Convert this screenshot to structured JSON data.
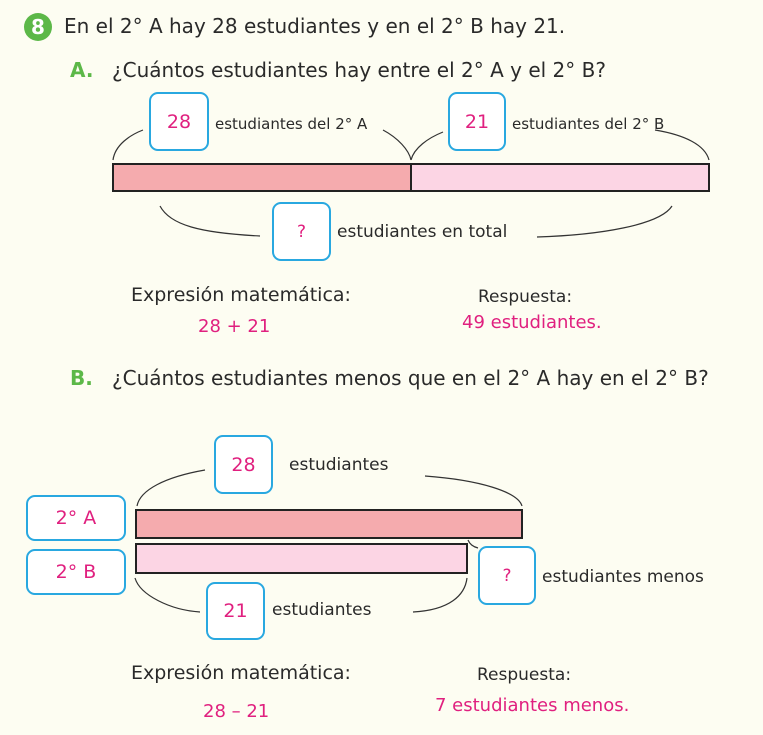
{
  "problem": {
    "number": "8",
    "statement": "En el 2° A hay 28 estudiantes y en el 2° B hay 21."
  },
  "part_a": {
    "label": "A.",
    "question": "¿Cuántos estudiantes hay entre el 2° A y el 2° B?",
    "box_a_value": "28",
    "box_a_text": "estudiantes del 2° A",
    "box_b_value": "21",
    "box_b_text": "estudiantes del 2° B",
    "total_value": "?",
    "total_text": "estudiantes en total",
    "expression_label": "Expresión matemática:",
    "expression": "28 + 21",
    "answer_label": "Respuesta:",
    "answer": "49 estudiantes."
  },
  "part_b": {
    "label": "B.",
    "question": "¿Cuántos estudiantes menos que en el 2° A hay en el 2° B?",
    "top_value": "28",
    "top_text": "estudiantes",
    "row_a_label": "2° A",
    "row_b_label": "2° B",
    "diff_value": "?",
    "diff_text": "estudiantes menos",
    "bottom_value": "21",
    "bottom_text": "estudiantes",
    "expression_label": "Expresión matemática:",
    "expression": "28 – 21",
    "answer_label": "Respuesta:",
    "answer": "7 estudiantes menos."
  },
  "colors": {
    "green": "#5cb848",
    "pink_text": "#e0207f",
    "box_border": "#29a8e0",
    "bar_a": "#f5abae",
    "bar_b": "#fcd5e4"
  }
}
